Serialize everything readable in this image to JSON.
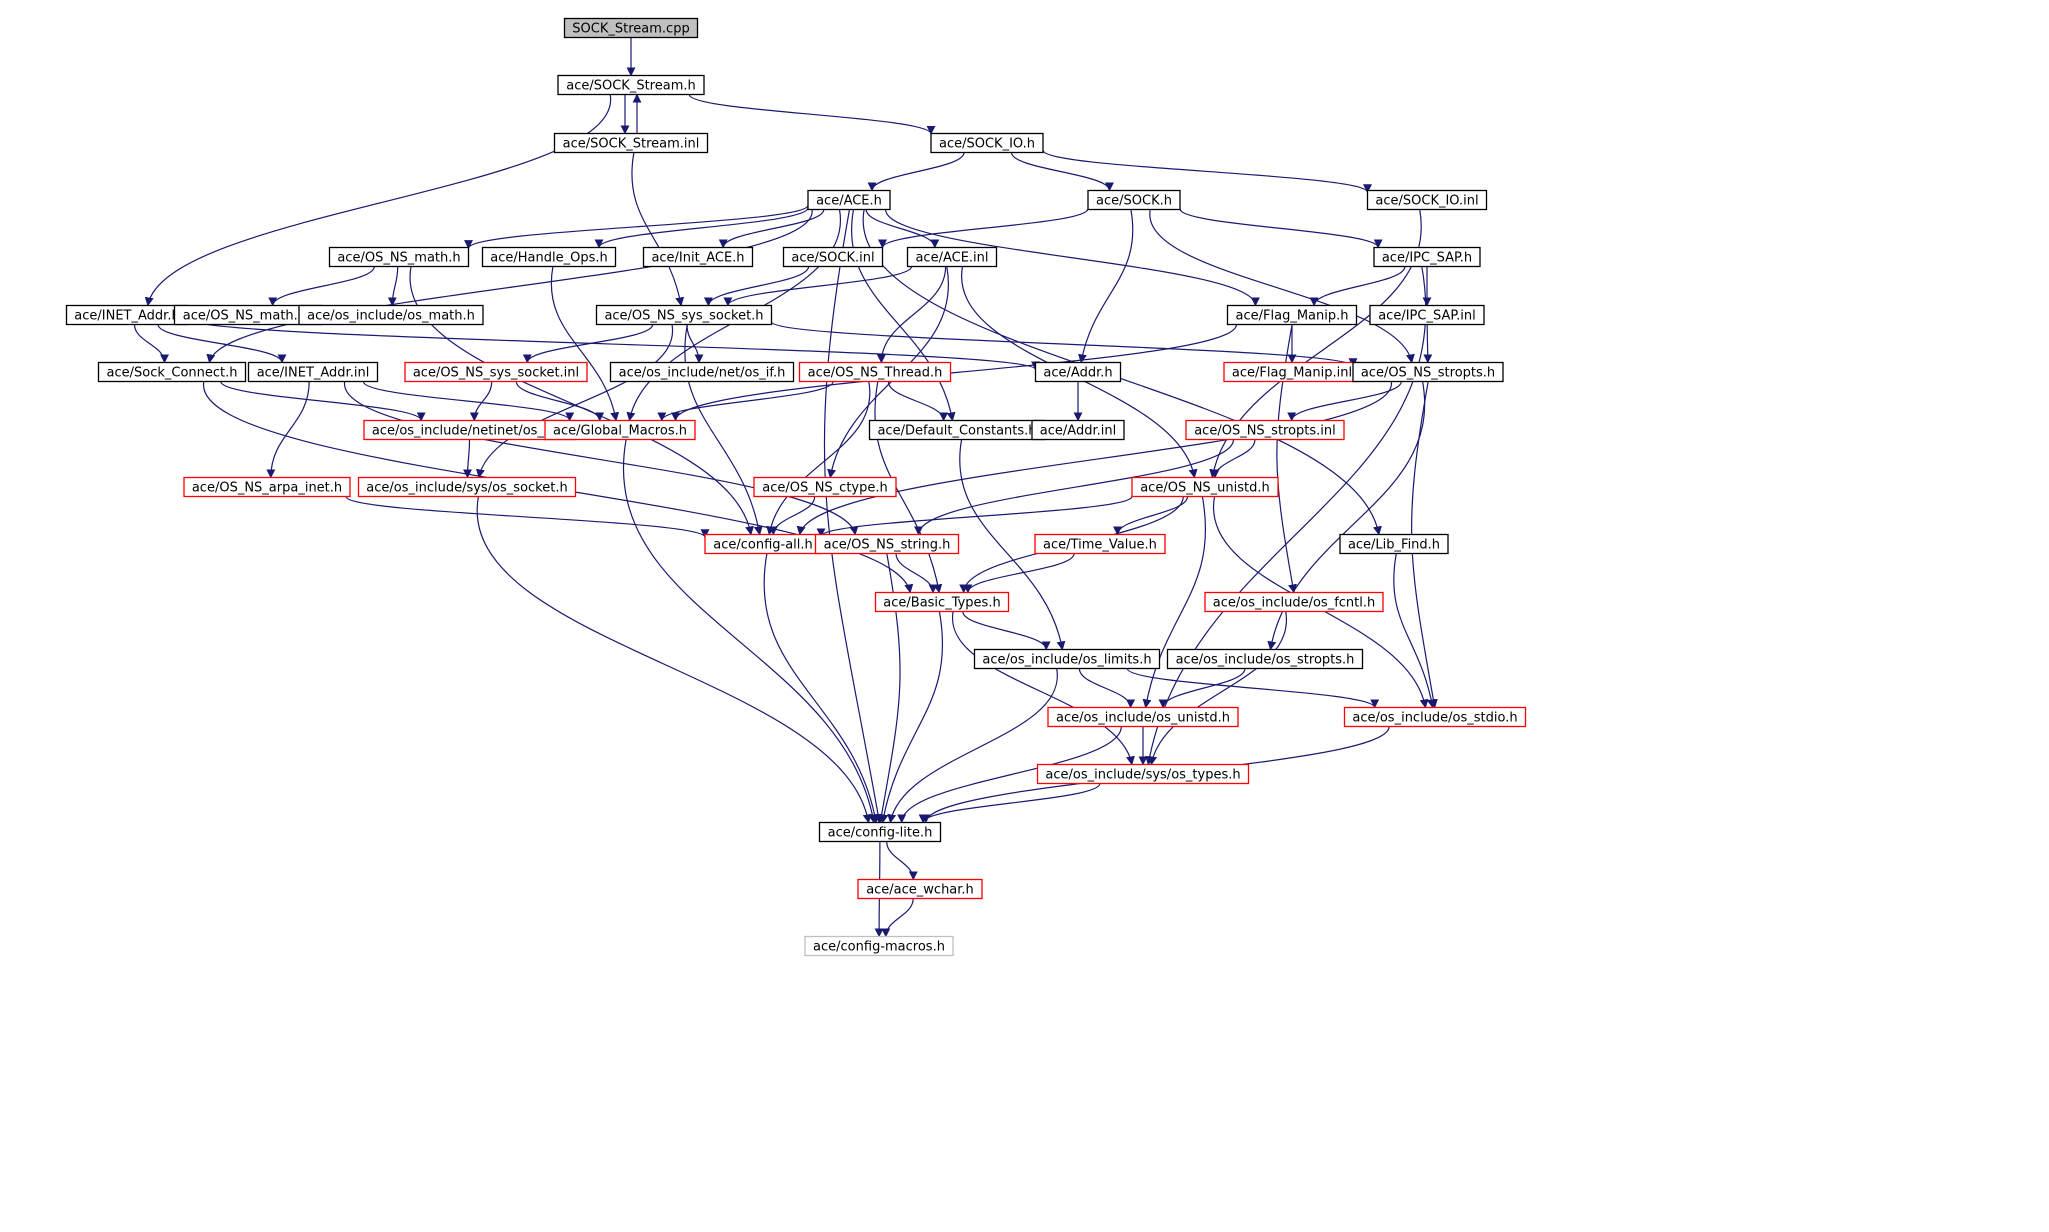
{
  "colors": {
    "edge": "#191970",
    "border_normal": "#000000",
    "border_truncated": "#ff0000",
    "border_undocumented": "#bfbfbf",
    "root_fill": "#bfbfbf",
    "node_fill": "#ffffff",
    "background": "#ffffff"
  },
  "nodes": [
    {
      "id": "root",
      "label": "SOCK_Stream.cpp",
      "style": "root"
    },
    {
      "id": "sock_stream_h",
      "label": "ace/SOCK_Stream.h",
      "style": "normal"
    },
    {
      "id": "sock_stream_inl",
      "label": "ace/SOCK_Stream.inl",
      "style": "normal"
    },
    {
      "id": "sock_io_h",
      "label": "ace/SOCK_IO.h",
      "style": "normal"
    },
    {
      "id": "ace_h",
      "label": "ace/ACE.h",
      "style": "normal"
    },
    {
      "id": "sock_h",
      "label": "ace/SOCK.h",
      "style": "normal"
    },
    {
      "id": "sock_io_inl",
      "label": "ace/SOCK_IO.inl",
      "style": "normal"
    },
    {
      "id": "os_ns_math_h",
      "label": "ace/OS_NS_math.h",
      "style": "normal"
    },
    {
      "id": "handle_ops_h",
      "label": "ace/Handle_Ops.h",
      "style": "normal"
    },
    {
      "id": "init_ace_h",
      "label": "ace/Init_ACE.h",
      "style": "normal"
    },
    {
      "id": "sock_inl",
      "label": "ace/SOCK.inl",
      "style": "normal"
    },
    {
      "id": "ace_inl",
      "label": "ace/ACE.inl",
      "style": "normal"
    },
    {
      "id": "ipc_sap_h",
      "label": "ace/IPC_SAP.h",
      "style": "normal"
    },
    {
      "id": "inet_addr_h",
      "label": "ace/INET_Addr.h",
      "style": "normal"
    },
    {
      "id": "os_ns_math_inl",
      "label": "ace/OS_NS_math.inl",
      "style": "normal"
    },
    {
      "id": "os_math_h",
      "label": "ace/os_include/os_math.h",
      "style": "normal"
    },
    {
      "id": "os_ns_sys_socket_h",
      "label": "ace/OS_NS_sys_socket.h",
      "style": "normal"
    },
    {
      "id": "flag_manip_h",
      "label": "ace/Flag_Manip.h",
      "style": "normal"
    },
    {
      "id": "ipc_sap_inl",
      "label": "ace/IPC_SAP.inl",
      "style": "normal"
    },
    {
      "id": "sock_connect_h",
      "label": "ace/Sock_Connect.h",
      "style": "normal"
    },
    {
      "id": "inet_addr_inl",
      "label": "ace/INET_Addr.inl",
      "style": "normal"
    },
    {
      "id": "os_ns_sys_socket_inl",
      "label": "ace/OS_NS_sys_socket.inl",
      "style": "truncated"
    },
    {
      "id": "os_if_h",
      "label": "ace/os_include/net/os_if.h",
      "style": "normal"
    },
    {
      "id": "os_ns_thread_h",
      "label": "ace/OS_NS_Thread.h",
      "style": "truncated"
    },
    {
      "id": "addr_h",
      "label": "ace/Addr.h",
      "style": "normal"
    },
    {
      "id": "flag_manip_inl",
      "label": "ace/Flag_Manip.inl",
      "style": "truncated"
    },
    {
      "id": "os_ns_stropts_h",
      "label": "ace/OS_NS_stropts.h",
      "style": "normal"
    },
    {
      "id": "os_in_h",
      "label": "ace/os_include/netinet/os_in.h",
      "style": "truncated"
    },
    {
      "id": "global_macros_h",
      "label": "ace/Global_Macros.h",
      "style": "truncated"
    },
    {
      "id": "default_constants_h",
      "label": "ace/Default_Constants.h",
      "style": "normal"
    },
    {
      "id": "addr_inl",
      "label": "ace/Addr.inl",
      "style": "normal"
    },
    {
      "id": "os_ns_stropts_inl",
      "label": "ace/OS_NS_stropts.inl",
      "style": "truncated"
    },
    {
      "id": "os_ns_arpa_inet_h",
      "label": "ace/OS_NS_arpa_inet.h",
      "style": "truncated"
    },
    {
      "id": "os_socket_h",
      "label": "ace/os_include/sys/os_socket.h",
      "style": "truncated"
    },
    {
      "id": "os_ns_ctype_h",
      "label": "ace/OS_NS_ctype.h",
      "style": "truncated"
    },
    {
      "id": "os_ns_unistd_h",
      "label": "ace/OS_NS_unistd.h",
      "style": "truncated"
    },
    {
      "id": "config_all_h",
      "label": "ace/config-all.h",
      "style": "truncated"
    },
    {
      "id": "os_ns_string_h",
      "label": "ace/OS_NS_string.h",
      "style": "truncated"
    },
    {
      "id": "time_value_h",
      "label": "ace/Time_Value.h",
      "style": "truncated"
    },
    {
      "id": "lib_find_h",
      "label": "ace/Lib_Find.h",
      "style": "normal"
    },
    {
      "id": "basic_types_h",
      "label": "ace/Basic_Types.h",
      "style": "truncated"
    },
    {
      "id": "os_fcntl_h",
      "label": "ace/os_include/os_fcntl.h",
      "style": "truncated"
    },
    {
      "id": "os_limits_h",
      "label": "ace/os_include/os_limits.h",
      "style": "normal"
    },
    {
      "id": "os_stropts_h",
      "label": "ace/os_include/os_stropts.h",
      "style": "normal"
    },
    {
      "id": "os_unistd_h",
      "label": "ace/os_include/os_unistd.h",
      "style": "truncated"
    },
    {
      "id": "os_stdio_h",
      "label": "ace/os_include/os_stdio.h",
      "style": "truncated"
    },
    {
      "id": "os_types_h",
      "label": "ace/os_include/sys/os_types.h",
      "style": "truncated"
    },
    {
      "id": "config_lite_h",
      "label": "ace/config-lite.h",
      "style": "normal"
    },
    {
      "id": "ace_wchar_h",
      "label": "ace/ace_wchar.h",
      "style": "truncated"
    },
    {
      "id": "config_macros_h",
      "label": "ace/config-macros.h",
      "style": "undocumented"
    }
  ],
  "edges": [
    [
      "root",
      "sock_stream_h"
    ],
    [
      "sock_stream_h",
      "sock_stream_inl"
    ],
    [
      "sock_stream_inl",
      "sock_stream_h"
    ],
    [
      "sock_stream_h",
      "sock_io_h"
    ],
    [
      "sock_stream_h",
      "inet_addr_h"
    ],
    [
      "sock_stream_inl",
      "os_ns_sys_socket_h"
    ],
    [
      "sock_io_h",
      "ace_h"
    ],
    [
      "sock_io_h",
      "sock_h"
    ],
    [
      "sock_io_h",
      "sock_io_inl"
    ],
    [
      "sock_io_inl",
      "os_ns_unistd_h"
    ],
    [
      "ace_h",
      "os_ns_math_h"
    ],
    [
      "ace_h",
      "handle_ops_h"
    ],
    [
      "ace_h",
      "init_ace_h"
    ],
    [
      "ace_h",
      "ace_inl"
    ],
    [
      "ace_h",
      "flag_manip_h"
    ],
    [
      "ace_h",
      "default_constants_h"
    ],
    [
      "ace_h",
      "sock_connect_h"
    ],
    [
      "ace_h",
      "lib_find_h"
    ],
    [
      "ace_h",
      "config_lite_h"
    ],
    [
      "ace_h",
      "global_macros_h"
    ],
    [
      "sock_h",
      "sock_inl"
    ],
    [
      "sock_h",
      "ipc_sap_h"
    ],
    [
      "sock_h",
      "addr_h"
    ],
    [
      "sock_h",
      "os_ns_stropts_h"
    ],
    [
      "os_ns_math_h",
      "os_ns_math_inl"
    ],
    [
      "os_ns_math_h",
      "os_math_h"
    ],
    [
      "os_ns_math_h",
      "config_all_h"
    ],
    [
      "handle_ops_h",
      "global_macros_h"
    ],
    [
      "sock_inl",
      "os_ns_sys_socket_h"
    ],
    [
      "ace_inl",
      "os_ns_sys_socket_h"
    ],
    [
      "ace_inl",
      "os_ns_thread_h"
    ],
    [
      "ace_inl",
      "os_ns_ctype_h"
    ],
    [
      "ace_inl",
      "os_ns_unistd_h"
    ],
    [
      "ipc_sap_h",
      "flag_manip_h"
    ],
    [
      "ipc_sap_h",
      "ipc_sap_inl"
    ],
    [
      "ipc_sap_h",
      "os_types_h"
    ],
    [
      "ipc_sap_inl",
      "os_ns_stropts_h"
    ],
    [
      "inet_addr_h",
      "sock_connect_h"
    ],
    [
      "inet_addr_h",
      "inet_addr_inl"
    ],
    [
      "inet_addr_h",
      "addr_h"
    ],
    [
      "os_ns_sys_socket_h",
      "os_ns_sys_socket_inl"
    ],
    [
      "os_ns_sys_socket_h",
      "os_if_h"
    ],
    [
      "os_ns_sys_socket_h",
      "os_ns_stropts_h"
    ],
    [
      "os_ns_sys_socket_h",
      "config_all_h"
    ],
    [
      "os_ns_sys_socket_h",
      "os_socket_h"
    ],
    [
      "flag_manip_h",
      "flag_manip_inl"
    ],
    [
      "flag_manip_h",
      "global_macros_h"
    ],
    [
      "flag_manip_h",
      "os_fcntl_h"
    ],
    [
      "sock_connect_h",
      "os_in_h"
    ],
    [
      "sock_connect_h",
      "basic_types_h"
    ],
    [
      "inet_addr_inl",
      "global_macros_h"
    ],
    [
      "inet_addr_inl",
      "os_ns_arpa_inet_h"
    ],
    [
      "inet_addr_inl",
      "os_ns_string_h"
    ],
    [
      "os_ns_sys_socket_inl",
      "os_in_h"
    ],
    [
      "os_ns_sys_socket_inl",
      "global_macros_h"
    ],
    [
      "os_ns_thread_h",
      "global_macros_h"
    ],
    [
      "os_ns_thread_h",
      "default_constants_h"
    ],
    [
      "os_ns_thread_h",
      "config_all_h"
    ],
    [
      "os_ns_thread_h",
      "basic_types_h"
    ],
    [
      "addr_h",
      "addr_inl"
    ],
    [
      "os_ns_stropts_h",
      "os_ns_stropts_inl"
    ],
    [
      "os_ns_stropts_h",
      "config_all_h"
    ],
    [
      "os_ns_stropts_h",
      "os_stropts_h"
    ],
    [
      "os_ns_stropts_h",
      "os_stdio_h"
    ],
    [
      "os_in_h",
      "os_socket_h"
    ],
    [
      "global_macros_h",
      "config_lite_h"
    ],
    [
      "default_constants_h",
      "os_limits_h"
    ],
    [
      "os_ns_stropts_inl",
      "os_ns_unistd_h"
    ],
    [
      "os_ns_stropts_inl",
      "os_ns_string_h"
    ],
    [
      "os_ns_arpa_inet_h",
      "config_all_h"
    ],
    [
      "os_socket_h",
      "config_lite_h"
    ],
    [
      "os_ns_ctype_h",
      "config_all_h"
    ],
    [
      "os_ns_unistd_h",
      "config_all_h"
    ],
    [
      "os_ns_unistd_h",
      "time_value_h"
    ],
    [
      "os_ns_unistd_h",
      "basic_types_h"
    ],
    [
      "os_ns_unistd_h",
      "os_unistd_h"
    ],
    [
      "os_ns_unistd_h",
      "os_stdio_h"
    ],
    [
      "config_all_h",
      "config_lite_h"
    ],
    [
      "os_ns_string_h",
      "basic_types_h"
    ],
    [
      "os_ns_string_h",
      "config_lite_h"
    ],
    [
      "time_value_h",
      "basic_types_h"
    ],
    [
      "lib_find_h",
      "os_stdio_h"
    ],
    [
      "basic_types_h",
      "os_limits_h"
    ],
    [
      "basic_types_h",
      "os_types_h"
    ],
    [
      "basic_types_h",
      "config_lite_h"
    ],
    [
      "os_fcntl_h",
      "os_types_h"
    ],
    [
      "os_limits_h",
      "os_unistd_h"
    ],
    [
      "os_limits_h",
      "os_stdio_h"
    ],
    [
      "os_limits_h",
      "config_lite_h"
    ],
    [
      "os_stropts_h",
      "os_unistd_h"
    ],
    [
      "os_unistd_h",
      "os_types_h"
    ],
    [
      "os_unistd_h",
      "config_lite_h"
    ],
    [
      "os_stdio_h",
      "config_lite_h"
    ],
    [
      "os_types_h",
      "config_lite_h"
    ],
    [
      "config_lite_h",
      "ace_wchar_h"
    ],
    [
      "config_lite_h",
      "config_macros_h"
    ],
    [
      "ace_wchar_h",
      "config_macros_h"
    ]
  ]
}
